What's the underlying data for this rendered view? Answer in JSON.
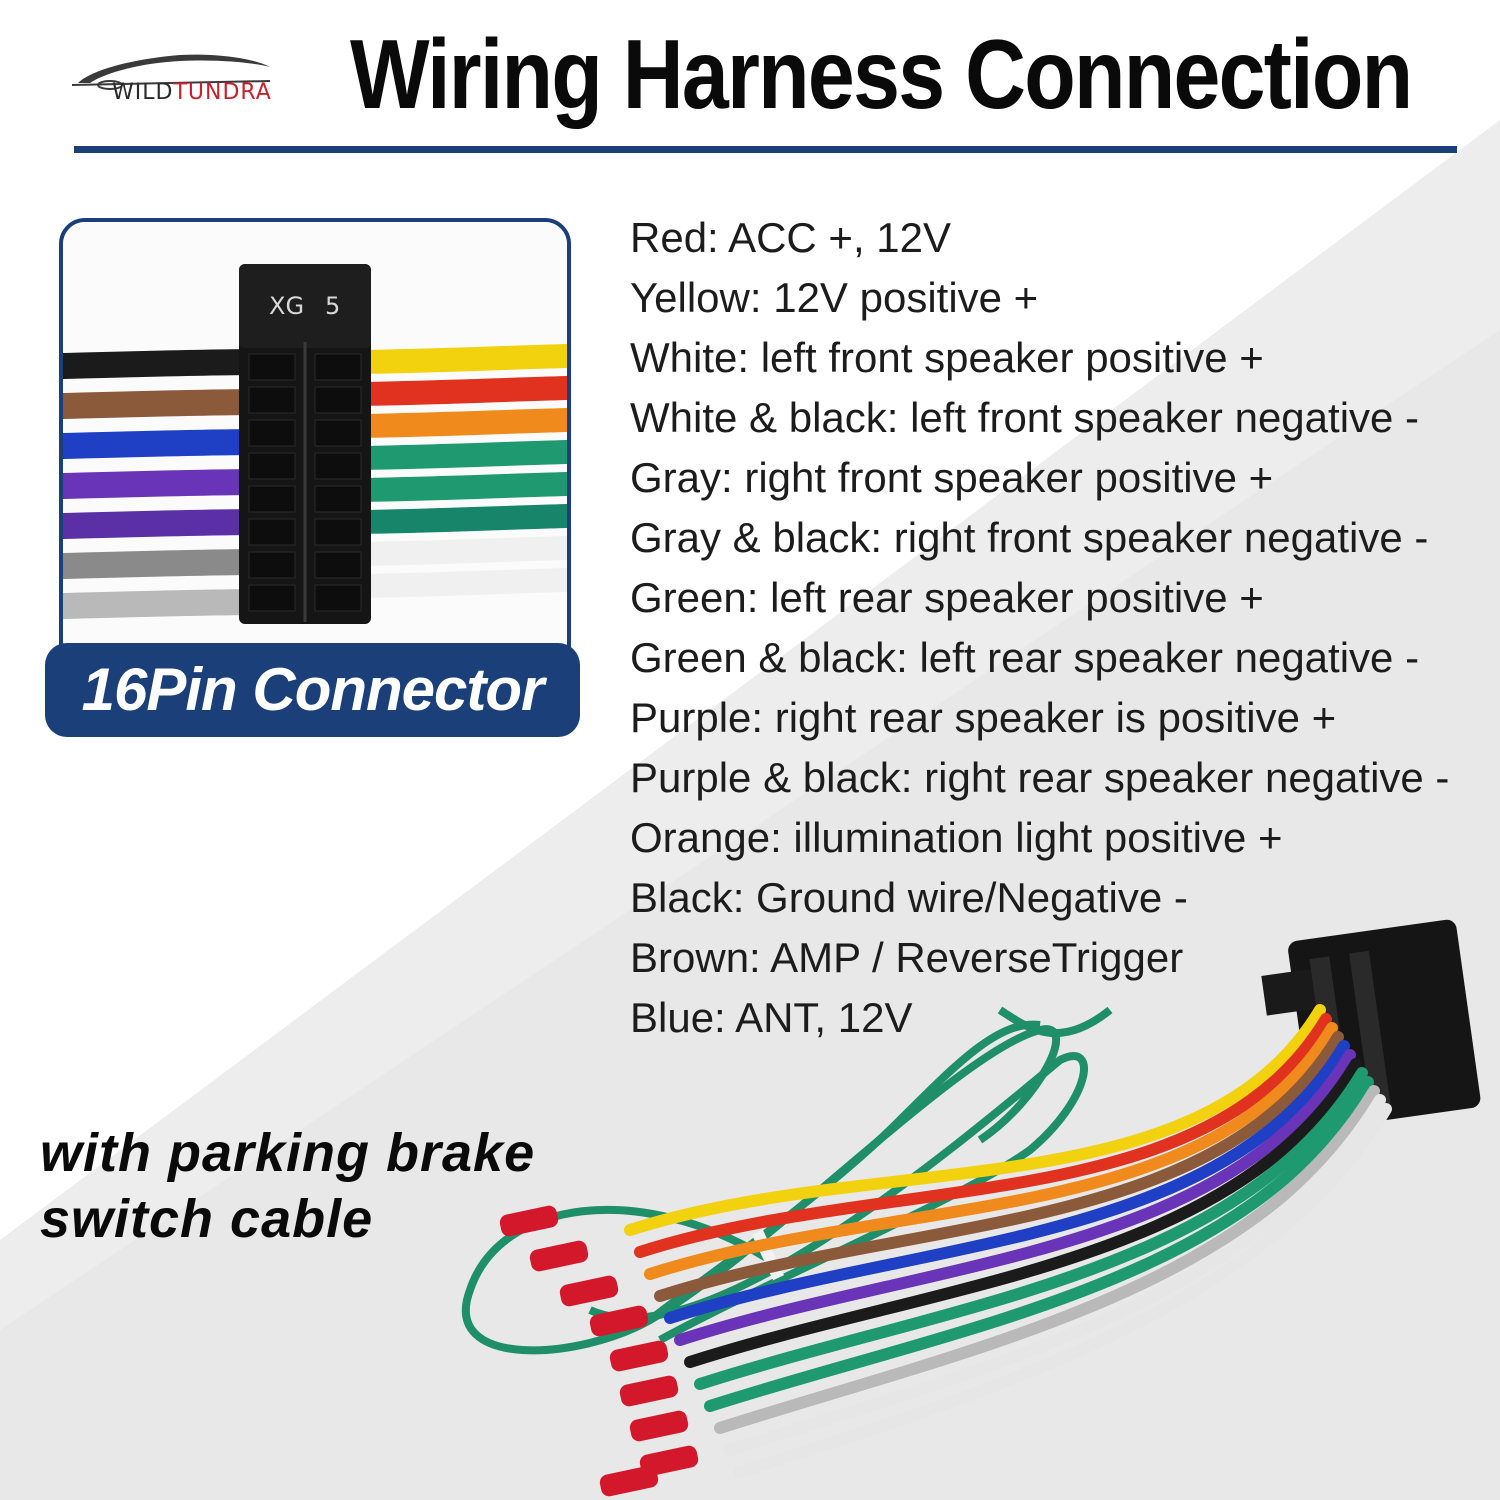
{
  "brand": {
    "logo_prefix": "WILD",
    "logo_accent": "TUNDRA",
    "accent_color": "#c8202c"
  },
  "title": "Wiring Harness Connection",
  "colors": {
    "primary": "#1b3f79",
    "text": "#1c1c1c"
  },
  "connector": {
    "label": "16Pin Connector",
    "housing_marking_1": "XG",
    "housing_marking_2": "5",
    "left_wires": [
      "black",
      "brown",
      "blue",
      "purple",
      "purple-black",
      "gray-black",
      "gray"
    ],
    "right_wires": [
      "yellow",
      "red",
      "orange",
      "green",
      "green",
      "green-black",
      "white",
      "white-black"
    ]
  },
  "pin_descriptions": [
    "Red: ACC +, 12V",
    "Yellow: 12V positive +",
    "White: left front speaker positive +",
    "White & black: left front speaker negative -",
    "Gray: right front speaker positive +",
    "Gray & black: right front speaker negative -",
    "Green: left rear speaker positive +",
    "Green & black: left rear speaker negative -",
    "Purple: right rear speaker is positive +",
    "Purple & black: right rear speaker negative -",
    "Orange: illumination light positive +",
    "Black: Ground wire/Negative -",
    "Brown: AMP / ReverseTrigger",
    "Blue: ANT, 12V"
  ],
  "parking_note": {
    "line1": "with parking brake",
    "line2": "switch cable"
  }
}
